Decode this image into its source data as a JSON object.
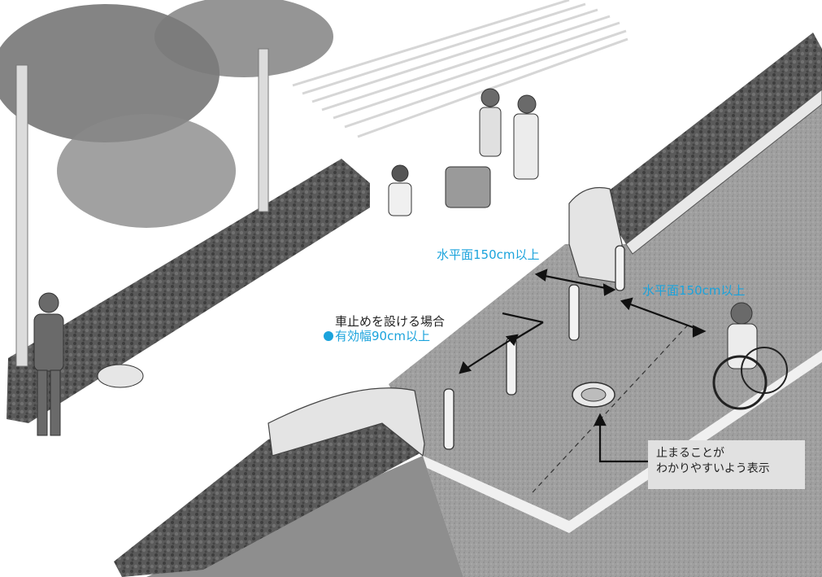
{
  "labels": {
    "horizontal_top": "水平面150cm以上",
    "horizontal_right": "水平面150cm以上",
    "bollard_case": "車止めを設ける場合",
    "effective_width": "有効幅90cm以上",
    "stop_note_line1": "止まることが",
    "stop_note_line2": "わかりやすいよう表示"
  },
  "colors": {
    "accent_text": "#1ba3dc",
    "body_text": "#222222",
    "callout_bg": "#e1e1e1",
    "road_gray": "#9a9a9a",
    "hedge_gray": "#4c4c4c"
  },
  "icons": {
    "bullet": "filled-circle"
  }
}
